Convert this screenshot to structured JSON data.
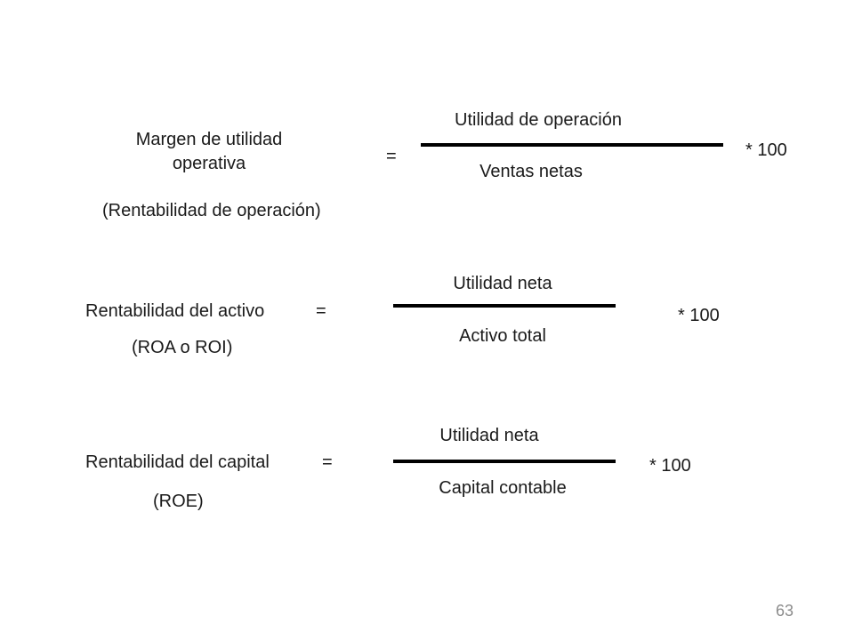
{
  "formulas": [
    {
      "name_line1": "Margen de utilidad",
      "name_line2": "operativa",
      "subtitle": "(Rentabilidad  de operación)",
      "equals": "=",
      "numerator": "Utilidad de operación",
      "denominator": "Ventas netas",
      "multiplier": "* 100"
    },
    {
      "name": "Rentabilidad  del activo",
      "equals": "=",
      "subtitle": "(ROA o ROI)",
      "numerator": "Utilidad  neta",
      "denominator": "Activo total",
      "multiplier": "* 100"
    },
    {
      "name": "Rentabilidad  del capital",
      "equals": "=",
      "subtitle": "(ROE)",
      "numerator": "Utilidad  neta",
      "denominator": "Capital contable",
      "multiplier": "* 100"
    }
  ],
  "page_number": "63"
}
